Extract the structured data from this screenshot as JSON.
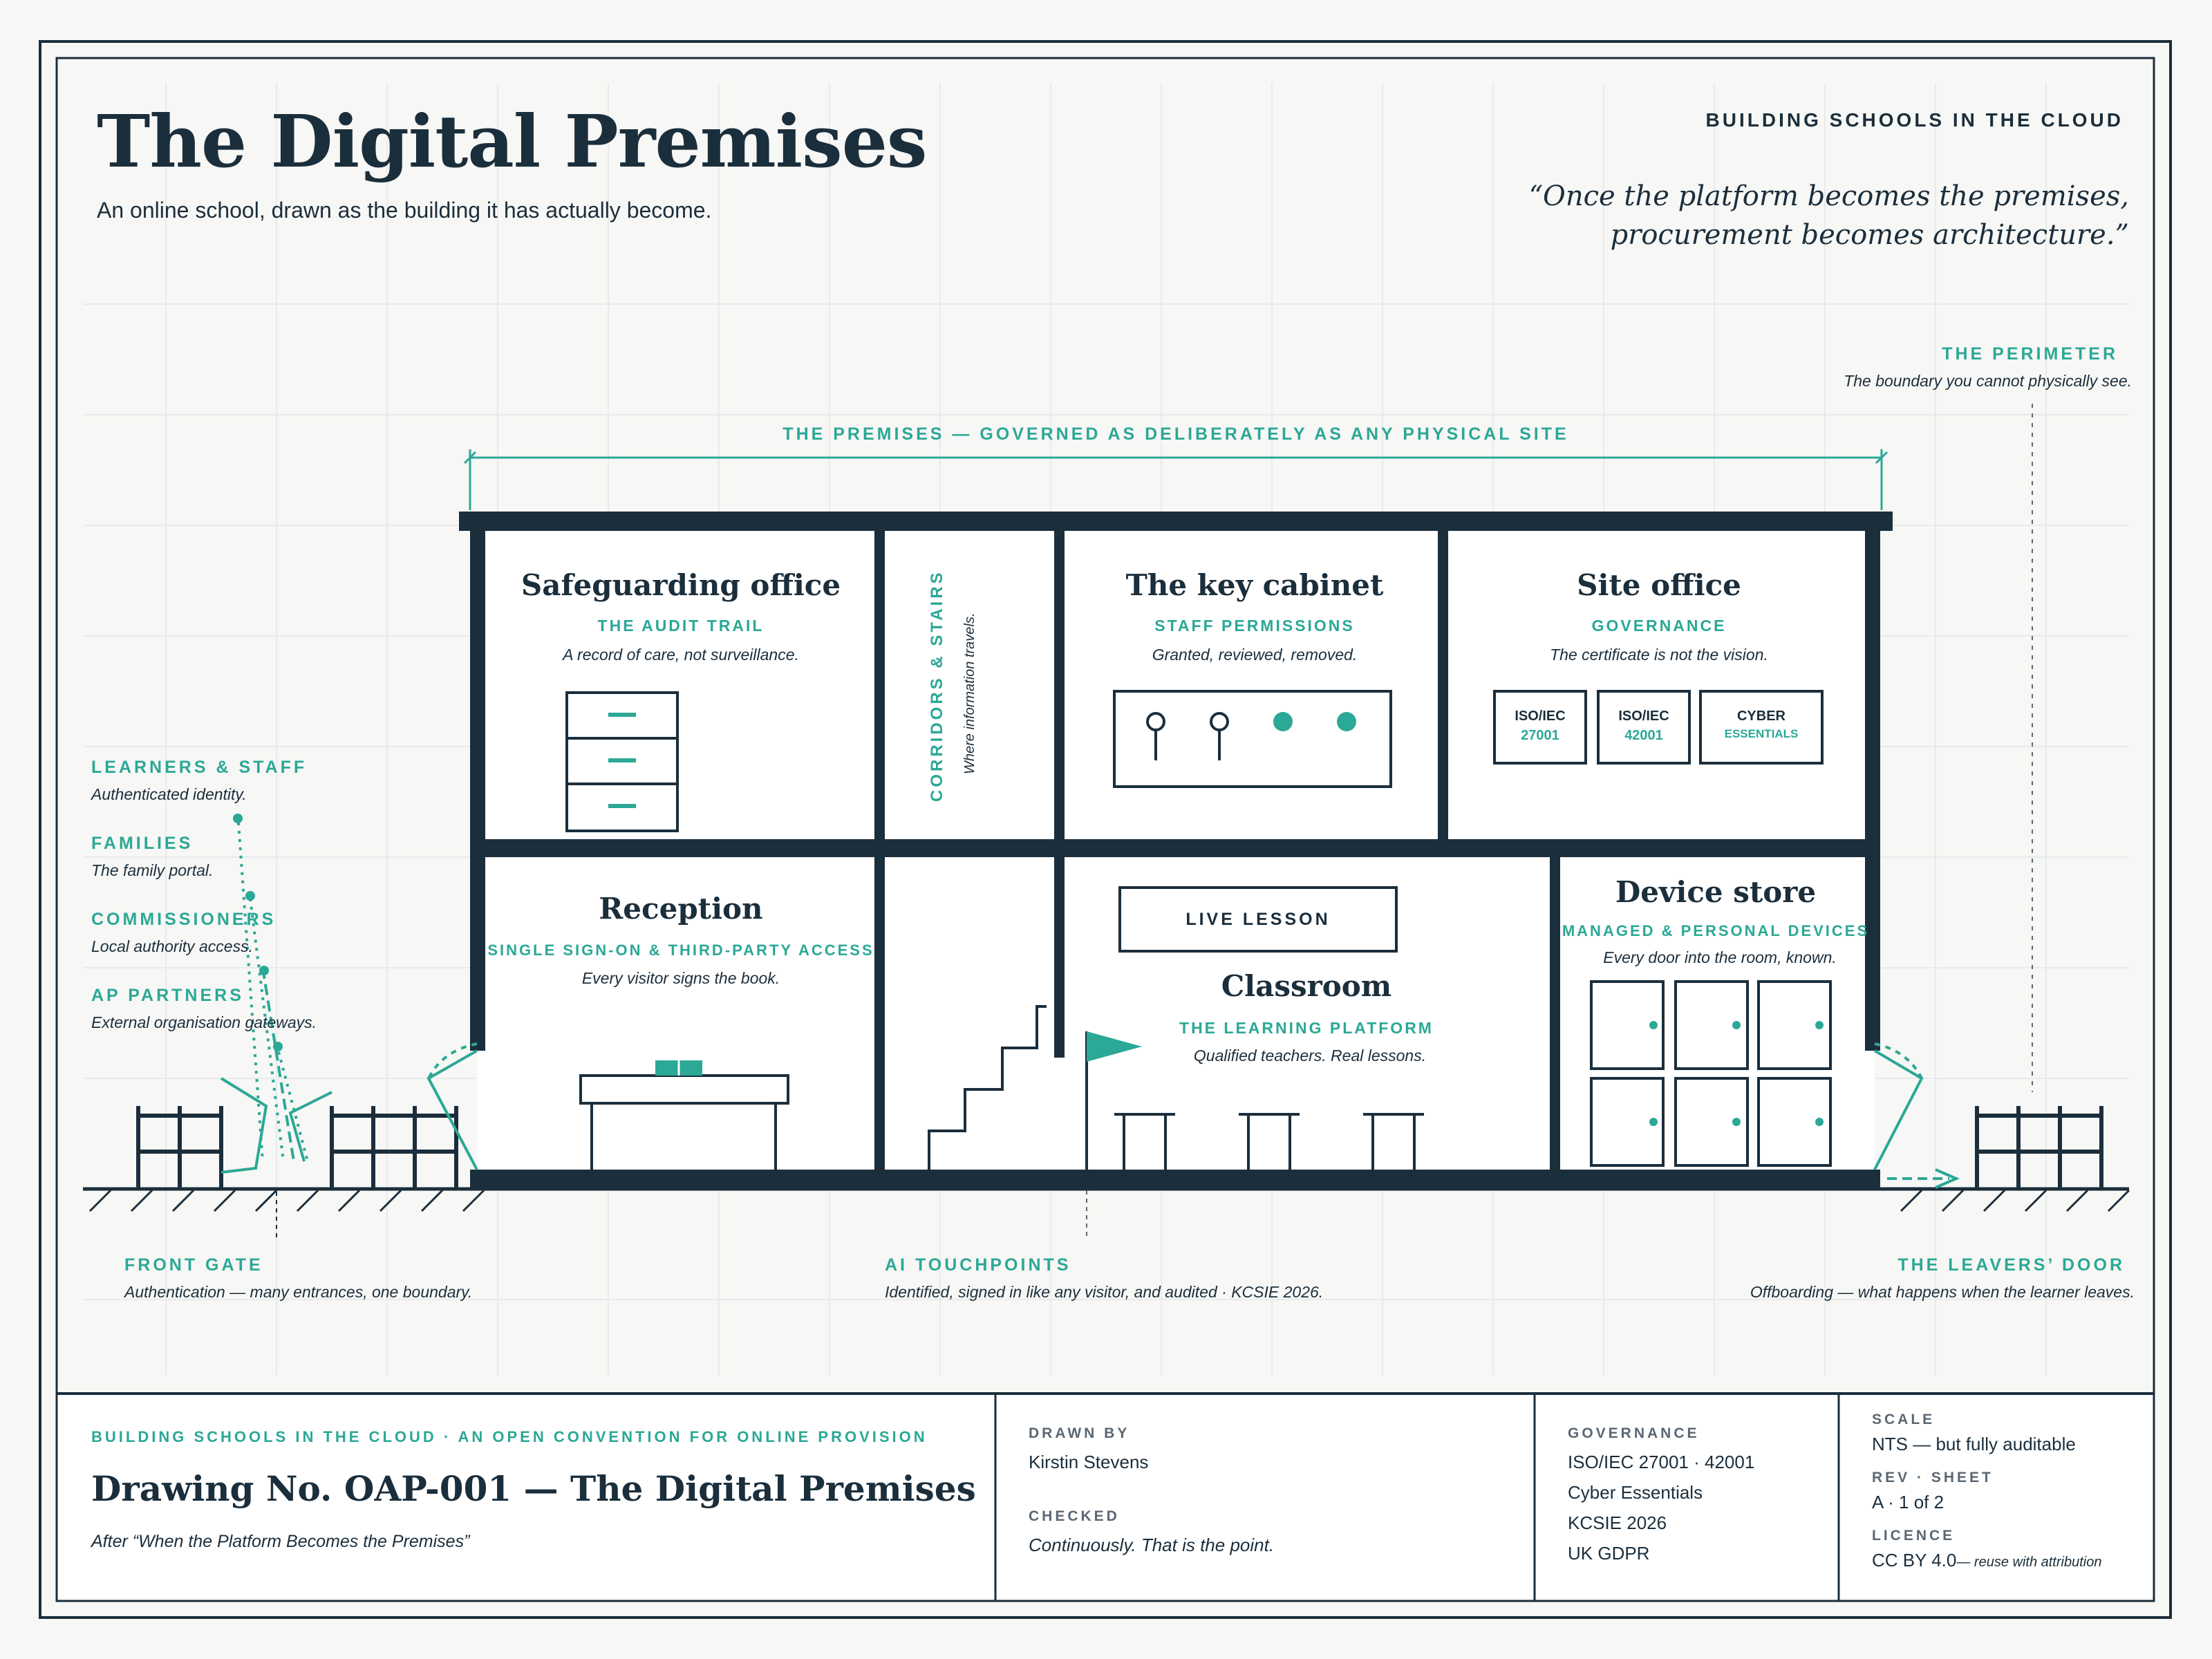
{
  "header": {
    "title": "The Digital Premises",
    "subtitle": "An online school, drawn as the building it has actually become.",
    "series": "BUILDING SCHOOLS IN THE CLOUD",
    "quote_line1": "“Once the platform becomes the premises,",
    "quote_line2": "procurement becomes architecture.”"
  },
  "perimeter": {
    "label": "THE PERIMETER",
    "desc": "The boundary you cannot physically see."
  },
  "premises_label": "THE PREMISES — GOVERNED AS DELIBERATELY AS ANY PHYSICAL SITE",
  "rooms": {
    "safeguarding": {
      "title": "Safeguarding office",
      "sub": "THE AUDIT TRAIL",
      "desc": "A record of care, not surveillance."
    },
    "corridors": {
      "title": "CORRIDORS & STAIRS",
      "desc": "Where information travels."
    },
    "key_cabinet": {
      "title": "The key cabinet",
      "sub": "STAFF PERMISSIONS",
      "desc": "Granted, reviewed, removed."
    },
    "site_office": {
      "title": "Site office",
      "sub": "GOVERNANCE",
      "desc": "The certificate is not the vision.",
      "badges": [
        {
          "top": "ISO/IEC",
          "bottom": "27001"
        },
        {
          "top": "ISO/IEC",
          "bottom": "42001"
        },
        {
          "top": "CYBER",
          "bottom": "ESSENTIALS"
        }
      ]
    },
    "reception": {
      "title": "Reception",
      "sub": "SINGLE SIGN-ON & THIRD-PARTY ACCESS",
      "desc": "Every visitor signs the book."
    },
    "classroom": {
      "title": "Classroom",
      "sub": "THE LEARNING PLATFORM",
      "desc": "Qualified teachers. Real lessons.",
      "board": "LIVE LESSON"
    },
    "device_store": {
      "title": "Device store",
      "sub": "MANAGED & PERSONAL DEVICES",
      "desc": "Every door into the room, known."
    }
  },
  "entrants": [
    {
      "label": "LEARNERS & STAFF",
      "desc": "Authenticated identity."
    },
    {
      "label": "FAMILIES",
      "desc": "The family portal."
    },
    {
      "label": "COMMISSIONERS",
      "desc": "Local authority access."
    },
    {
      "label": "AP PARTNERS",
      "desc": "External organisation gateways."
    }
  ],
  "callouts": {
    "front_gate": {
      "label": "FRONT GATE",
      "desc": "Authentication — many entrances, one boundary."
    },
    "ai": {
      "label": "AI TOUCHPOINTS",
      "desc": "Identified, signed in like any visitor, and audited · KCSIE 2026."
    },
    "leavers": {
      "label": "THE LEAVERS’ DOOR",
      "desc": "Offboarding — what happens when the learner leaves."
    }
  },
  "title_block": {
    "series": "BUILDING SCHOOLS IN THE CLOUD · AN OPEN CONVENTION FOR ONLINE PROVISION",
    "drawing": "Drawing No. OAP-001 — The Digital Premises",
    "after": "After “When the Platform Becomes the Premises”",
    "drawn_by_label": "DRAWN BY",
    "drawn_by": "Kirstin Stevens",
    "checked_label": "CHECKED",
    "checked": "Continuously. That is the point.",
    "governance_label": "GOVERNANCE",
    "governance": [
      "ISO/IEC 27001 · 42001",
      "Cyber Essentials",
      "KCSIE 2026",
      "UK GDPR"
    ],
    "scale_label": "SCALE",
    "scale": "NTS — but fully auditable",
    "rev_label": "REV · SHEET",
    "rev": "A · 1 of 2",
    "licence_label": "LICENCE",
    "licence": "CC BY 4.0",
    "licence_note": "— reuse with attribution"
  },
  "colors": {
    "ink": "#1b2e3c",
    "teal": "#2ba896",
    "paper": "#f7f7f5"
  }
}
